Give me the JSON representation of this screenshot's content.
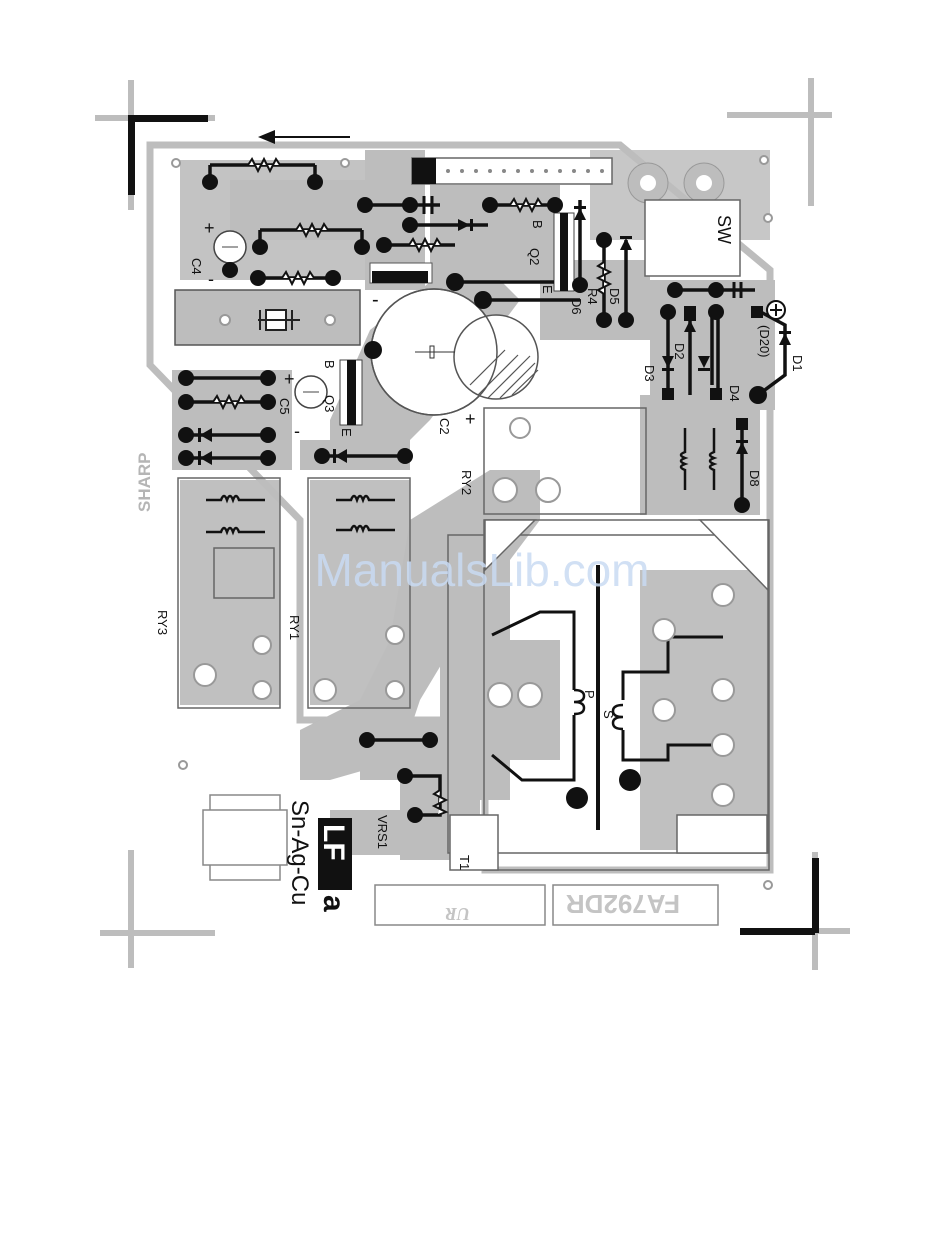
{
  "colors": {
    "copper": "#bdbdbd",
    "ink": "#111111",
    "watermark": "#c9dbf3",
    "paper": "#ffffff"
  },
  "labels": {
    "c4": "C4",
    "c5": "C5",
    "c2": "C2",
    "q2": "Q2",
    "q3": "Q3",
    "r4": "R4",
    "d1": "D1",
    "d2": "D2",
    "d3": "D3",
    "d4": "D4",
    "d5": "D5",
    "d6": "D6",
    "d8": "D8",
    "d20": "(D20)",
    "ry1": "RY1",
    "ry2": "RY2",
    "ry3": "RY3",
    "vrs1": "VRS1",
    "t1": "T1",
    "sw": "SW",
    "p": "P",
    "s": "S",
    "b_q2": "B",
    "e_q2": "E",
    "b_q3": "B",
    "e_q3": "E",
    "plus_c4": "+",
    "minus_c4": "-",
    "plus_c5": "+",
    "minus_c5": "-",
    "plus_c2": "+",
    "minus_c2": "-"
  },
  "marks": {
    "sharp": "SHARP",
    "part_number": "FA792DR",
    "lead_free_logo": "LF",
    "lead_free_letter": "a",
    "solder_alloy": "Sn-Ag-Cu",
    "ul_mark": "UR",
    "watermark": "ManualsLib.com"
  }
}
